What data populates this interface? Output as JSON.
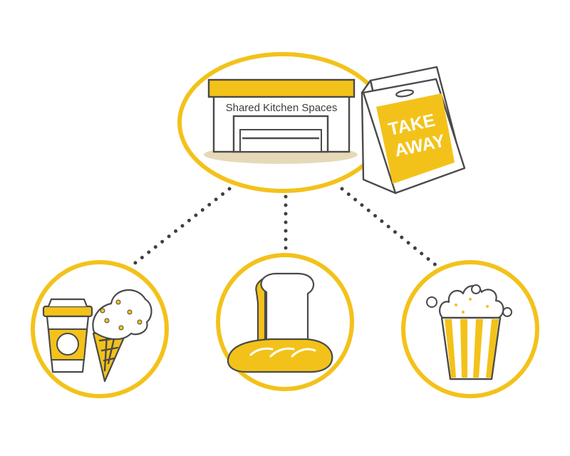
{
  "kitchen": {
    "label": "Shared Kitchen Spaces"
  },
  "bag": {
    "line1": "TAKE",
    "line2": "AWAY"
  },
  "colors": {
    "accent": "#f3c21a",
    "ink": "#4a4a4a",
    "ground": "#e5d9b8"
  },
  "icons": [
    "building-icon",
    "takeaway-bag-icon",
    "coffee-cup-icon",
    "ice-cream-cone-icon",
    "bread-loaf-icon",
    "baguette-icon",
    "popcorn-bucket-icon"
  ]
}
